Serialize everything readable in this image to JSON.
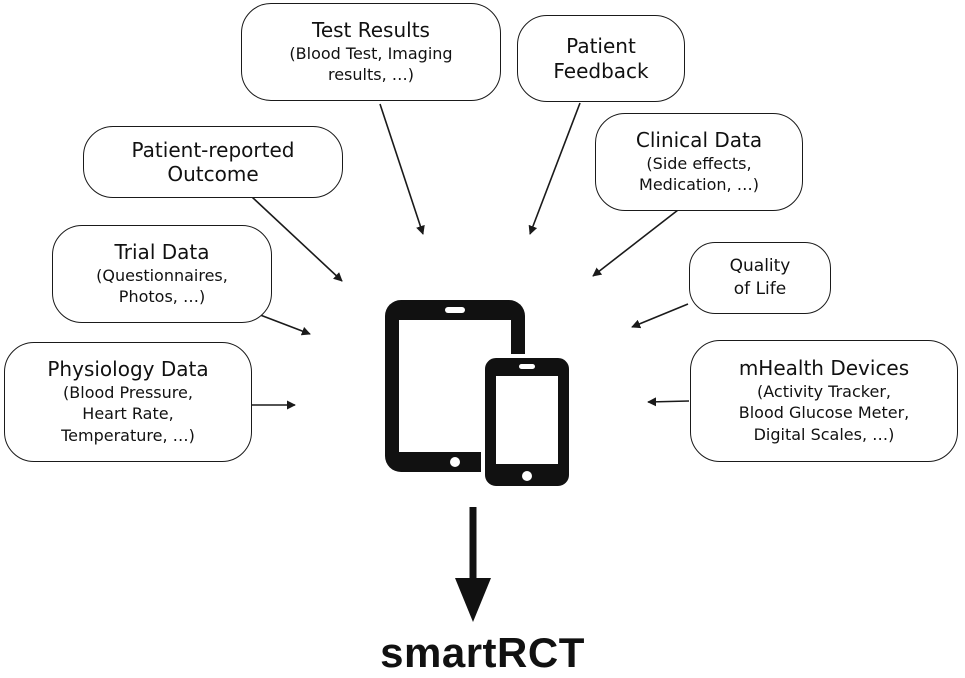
{
  "sources": [
    {
      "id": "test-results",
      "title_lines": [
        "Test Results"
      ],
      "detail_lines": [
        "(Blood Test, Imaging",
        "results, …)"
      ]
    },
    {
      "id": "patient-feedback",
      "title_lines": [
        "Patient",
        "Feedback"
      ],
      "detail_lines": []
    },
    {
      "id": "patient-reported-outcome",
      "title_lines": [
        "Patient-reported",
        "Outcome"
      ],
      "detail_lines": []
    },
    {
      "id": "clinical-data",
      "title_lines": [
        "Clinical Data"
      ],
      "detail_lines": [
        "(Side effects,",
        "Medication, …)"
      ]
    },
    {
      "id": "trial-data",
      "title_lines": [
        "Trial Data"
      ],
      "detail_lines": [
        "(Questionnaires,",
        "Photos, …)"
      ]
    },
    {
      "id": "quality-of-life",
      "title_lines": [],
      "detail_lines": [
        "Quality",
        "of Life"
      ]
    },
    {
      "id": "physiology-data",
      "title_lines": [
        "Physiology Data"
      ],
      "detail_lines": [
        "(Blood Pressure,",
        "Heart Rate,",
        "Temperature, …)"
      ]
    },
    {
      "id": "mhealth-devices",
      "title_lines": [
        "mHealth Devices"
      ],
      "detail_lines": [
        "(Activity Tracker,",
        "Blood Glucose Meter,",
        "Digital Scales, …)"
      ]
    }
  ],
  "hub": {
    "icon": "tablet-and-smartphone-icon"
  },
  "result": {
    "label": "smartRCT"
  },
  "colors": {
    "stroke": "#1a1a1a",
    "device": "#111111",
    "background": "#ffffff"
  }
}
